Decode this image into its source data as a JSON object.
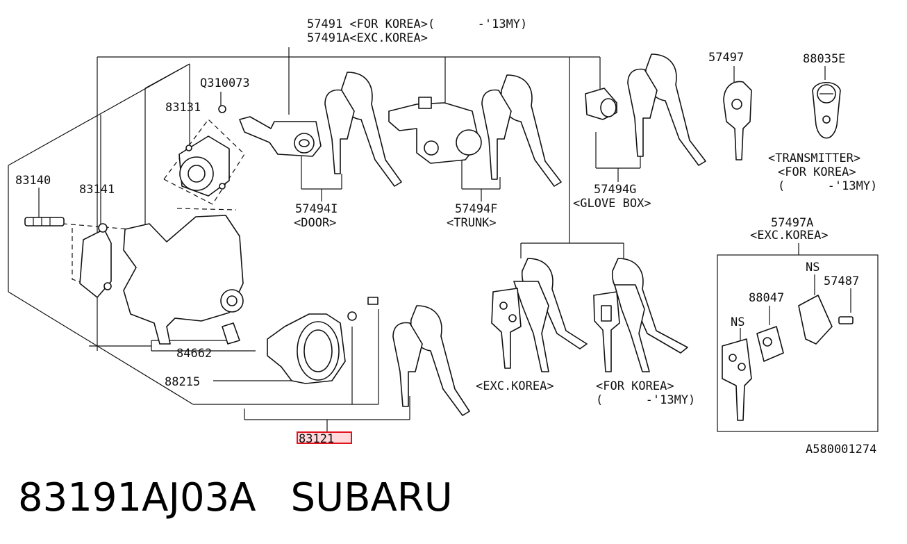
{
  "labels": {
    "p57491": "57491 <FOR KOREA>(      -'13MY)",
    "p57491a": "57491A<EXC.KOREA>",
    "q310073": "Q310073",
    "p83131": "83131",
    "p83140": "83140",
    "p83141": "83141",
    "p57494i": "57494I",
    "door": "<DOOR>",
    "p57494f": "57494F",
    "trunk": "<TRUNK>",
    "p57494g": "57494G",
    "glovebox": "<GLOVE BOX>",
    "p57497": "57497",
    "p88035e": "88035E",
    "transmitter": "<TRANSMITTER>",
    "forkorea": "<FOR KOREA>",
    "my13": "(      -'13MY)",
    "p57497a": "57497A",
    "exckorea": "<EXC.KOREA>",
    "ns1": "NS",
    "p57487": "57487",
    "p88047": "88047",
    "ns2": "NS",
    "p84662": "84662",
    "p88215": "88215",
    "exckorea2": "<EXC.KOREA>",
    "forkorea2": "<FOR KOREA>",
    "my13b": "(      -'13MY)",
    "p83121": "83121",
    "ref": "A580001274"
  },
  "caption": {
    "part_number": "83191AJ03A",
    "brand": "SUBARU"
  },
  "colors": {
    "highlight_border": "#e0141e",
    "highlight_fill": "#ffd9dc",
    "line": "#111111"
  },
  "highlighted_part": "83121"
}
